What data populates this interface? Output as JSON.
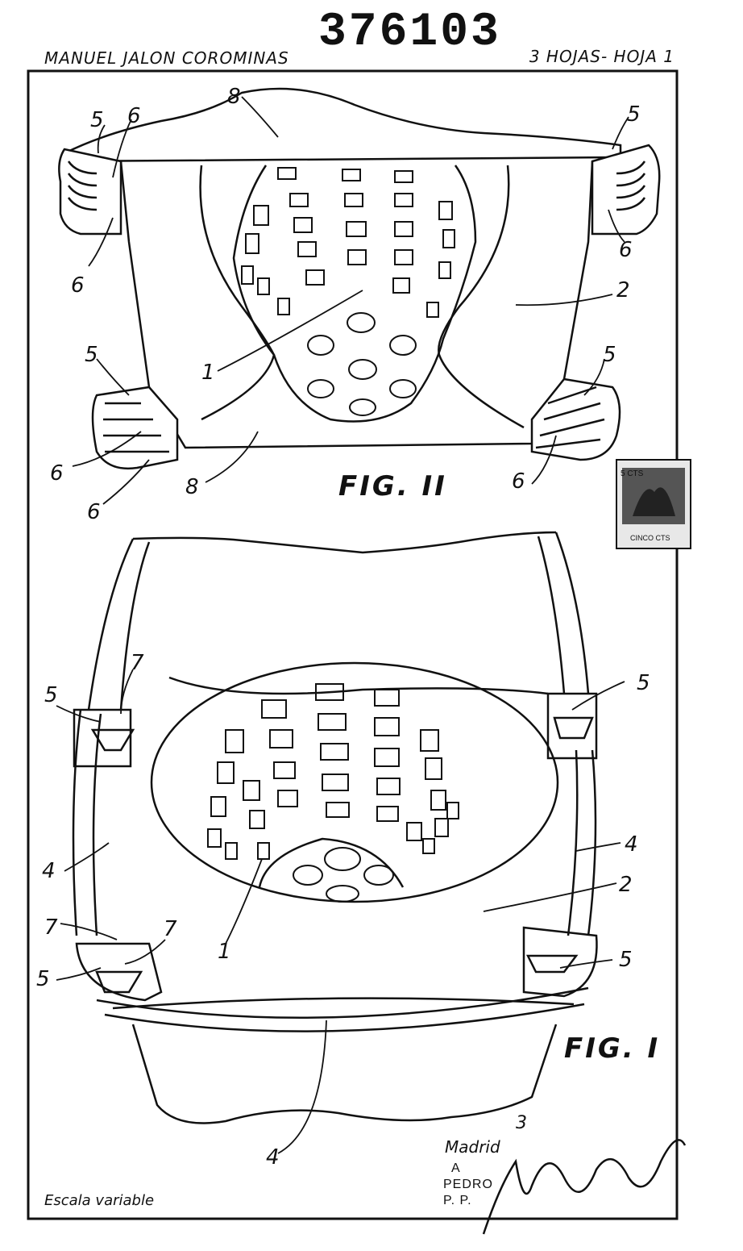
{
  "document": {
    "patent_number": "376103",
    "inventor": "MANUEL JALON COROMINAS",
    "sheet_info": "3 HOJAS- HOJA 1",
    "scale_note": "Escala variable",
    "place": "Madrid",
    "date_partial": "3",
    "stamp_lines": [
      "A",
      "PEDRO",
      "P. P."
    ]
  },
  "figures": {
    "fig2_label": "FIG. II",
    "fig1_label": "FIG. I"
  },
  "reference_numerals": {
    "fig2": [
      "8",
      "5",
      "6",
      "5",
      "6",
      "6",
      "2",
      "1",
      "5",
      "5",
      "6",
      "6",
      "8",
      "6"
    ],
    "fig1": [
      "7",
      "5",
      "5",
      "4",
      "4",
      "2",
      "1",
      "7",
      "7",
      "5",
      "5",
      "4"
    ]
  },
  "revenue_stamp": {
    "value_text": "5 CTS",
    "caption": "CINCO CTS"
  }
}
